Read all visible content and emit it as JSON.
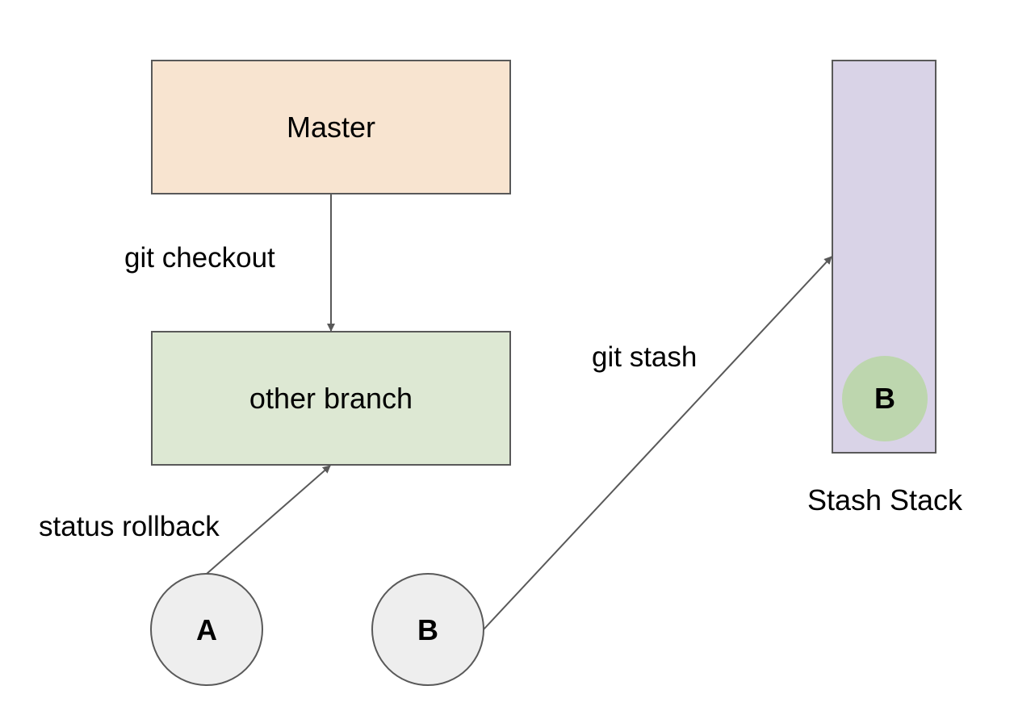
{
  "colors": {
    "master_fill": "#f8e4d0",
    "branch_fill": "#dde8d3",
    "stack_fill": "#d9d3e7",
    "stash_item_fill": "#bdd6ae",
    "circle_fill": "#eeeeee",
    "stroke": "#595959",
    "arrow": "#595959"
  },
  "nodes": {
    "master": "Master",
    "other_branch": "other branch",
    "node_a": "A",
    "node_b": "B",
    "stack_item_b": "B"
  },
  "edges": {
    "checkout": "git checkout",
    "rollback": "status rollback",
    "stash": "git stash"
  },
  "stash_stack": {
    "label": "Stash Stack"
  }
}
